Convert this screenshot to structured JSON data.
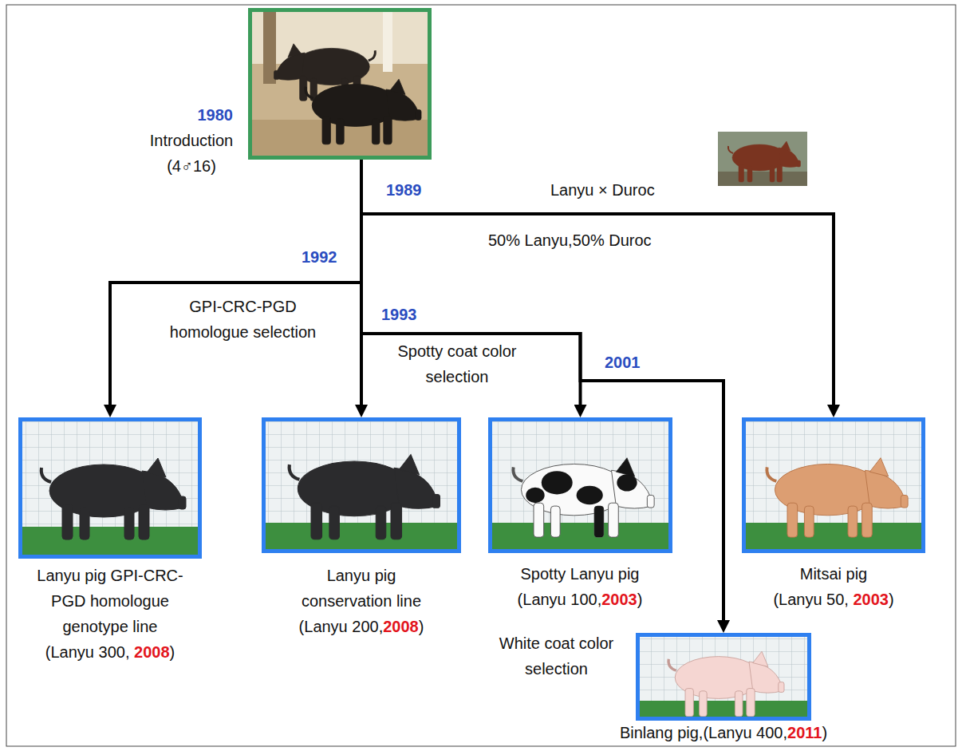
{
  "diagram": {
    "nodes": [
      {
        "text": [
          "1980",
          "Introduction (4♂16)"
        ]
      },
      {
        "text": [
          "Lanyu pig GPI-CRC-PGD homologue genotype line (Lanyu 300, 2008)"
        ]
      },
      {
        "text": [
          "Lanyu pig conservation line (Lanyu 200,2008)"
        ]
      },
      {
        "text": [
          "Spotty Lanyu pig (Lanyu 100,2003)"
        ]
      },
      {
        "text": [
          "Mitsai pig (Lanyu 50, 2003)"
        ]
      },
      {
        "text": [
          "Binlang pig,(Lanyu 400,2011)"
        ]
      }
    ],
    "edges": [
      {
        "from": 0,
        "to": 1,
        "arrow": "to"
      },
      {
        "from": 0,
        "to": 2,
        "arrow": "to"
      },
      {
        "from": 0,
        "to": 3,
        "arrow": "to"
      },
      {
        "from": 0,
        "to": 4,
        "arrow": "to"
      },
      {
        "from": 0,
        "to": 5,
        "arrow": "to"
      }
    ],
    "labels": [
      "1989",
      "Lanyu × Duroc",
      "50% Lanyu,50% Duroc",
      "1992",
      "GPI-CRC-PGD homologue selection",
      "1993",
      "Spotty coat color selection",
      "2001",
      "White coat color selection"
    ]
  }
}
